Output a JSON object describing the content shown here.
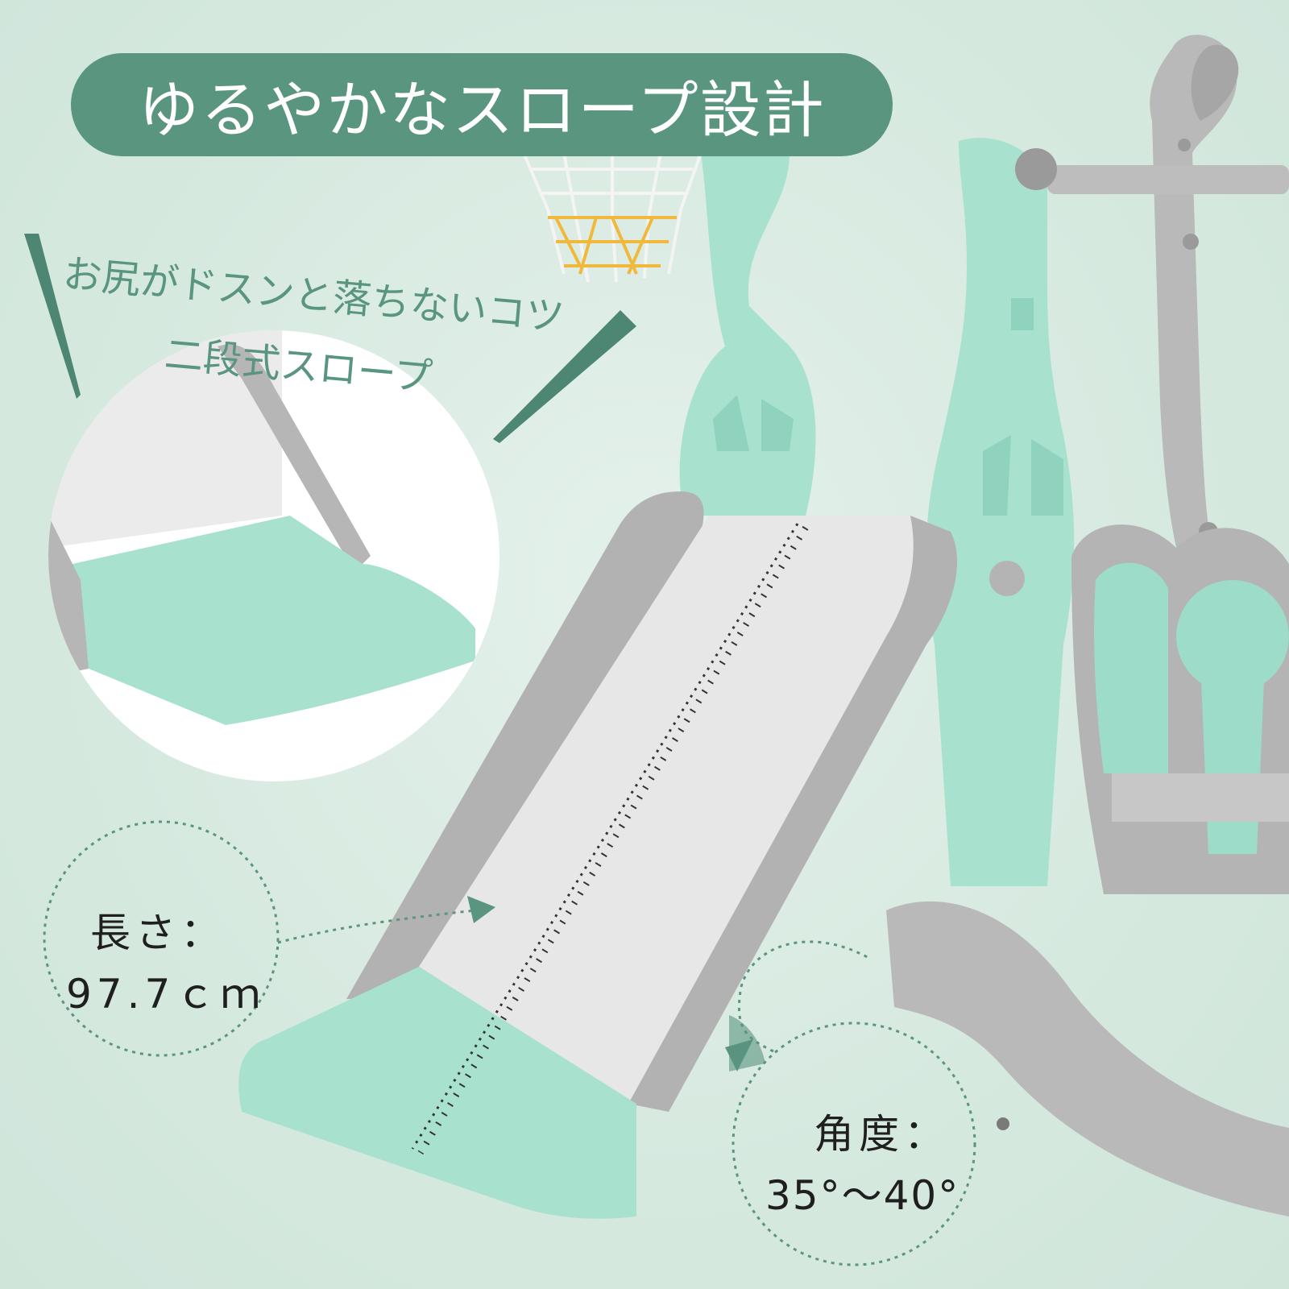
{
  "headline": "ゆるやかなスロープ設計",
  "tip": {
    "line1": "お尻がドスンと落ちないコツ",
    "line2": "二段式スロープ"
  },
  "length": {
    "title": "長さ：",
    "value": "97.7ｃｍ"
  },
  "angle": {
    "title": "角度：",
    "value": "35°～40°"
  },
  "colors": {
    "accent": "#5a9580",
    "background": "#d8ebe2",
    "mint": "#a9e3d0",
    "gray": "#b4b4b4",
    "slide_surface": "#e8e8e8"
  }
}
